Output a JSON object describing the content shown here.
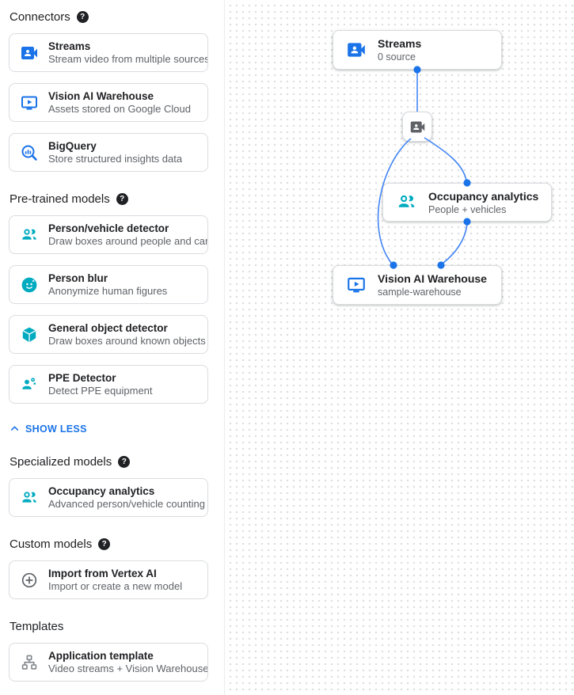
{
  "colors": {
    "blue": "#1a73e8",
    "edge_blue": "#4285f4",
    "teal": "#00abc0",
    "gray_icon": "#5f6368",
    "title_text": "#202124",
    "desc_text": "#5f6368"
  },
  "icons": {
    "help_glyph": "?"
  },
  "sidebar": {
    "show_less_label": "SHOW LESS",
    "sections": [
      {
        "heading": "Connectors",
        "cards": [
          {
            "title": "Streams",
            "description": "Stream video from multiple sources"
          },
          {
            "title": "Vision AI Warehouse",
            "description": "Assets stored on Google Cloud"
          },
          {
            "title": "BigQuery",
            "description": "Store structured insights data"
          }
        ]
      },
      {
        "heading": "Pre-trained models",
        "cards": [
          {
            "title": "Person/vehicle detector",
            "description": "Draw boxes around people and cars"
          },
          {
            "title": "Person blur",
            "description": "Anonymize human figures"
          },
          {
            "title": "General object detector",
            "description": "Draw boxes around known objects"
          },
          {
            "title": "PPE Detector",
            "description": "Detect PPE equipment"
          }
        ]
      },
      {
        "heading": "Specialized models",
        "cards": [
          {
            "title": "Occupancy analytics",
            "description": "Advanced person/vehicle counting"
          }
        ]
      },
      {
        "heading": "Custom models",
        "cards": [
          {
            "title": "Import from Vertex AI",
            "description": "Import or create a new model"
          }
        ]
      },
      {
        "heading": "Templates",
        "cards": [
          {
            "title": "Application template",
            "description": "Video streams + Vision Warehouse"
          }
        ]
      }
    ]
  },
  "canvas": {
    "nodes": {
      "streams": {
        "title": "Streams",
        "subtitle": "0 source"
      },
      "occupancy": {
        "title": "Occupancy analytics",
        "subtitle": "People + vehicles"
      },
      "warehouse": {
        "title": "Vision AI Warehouse",
        "subtitle": "sample-warehouse"
      }
    }
  }
}
